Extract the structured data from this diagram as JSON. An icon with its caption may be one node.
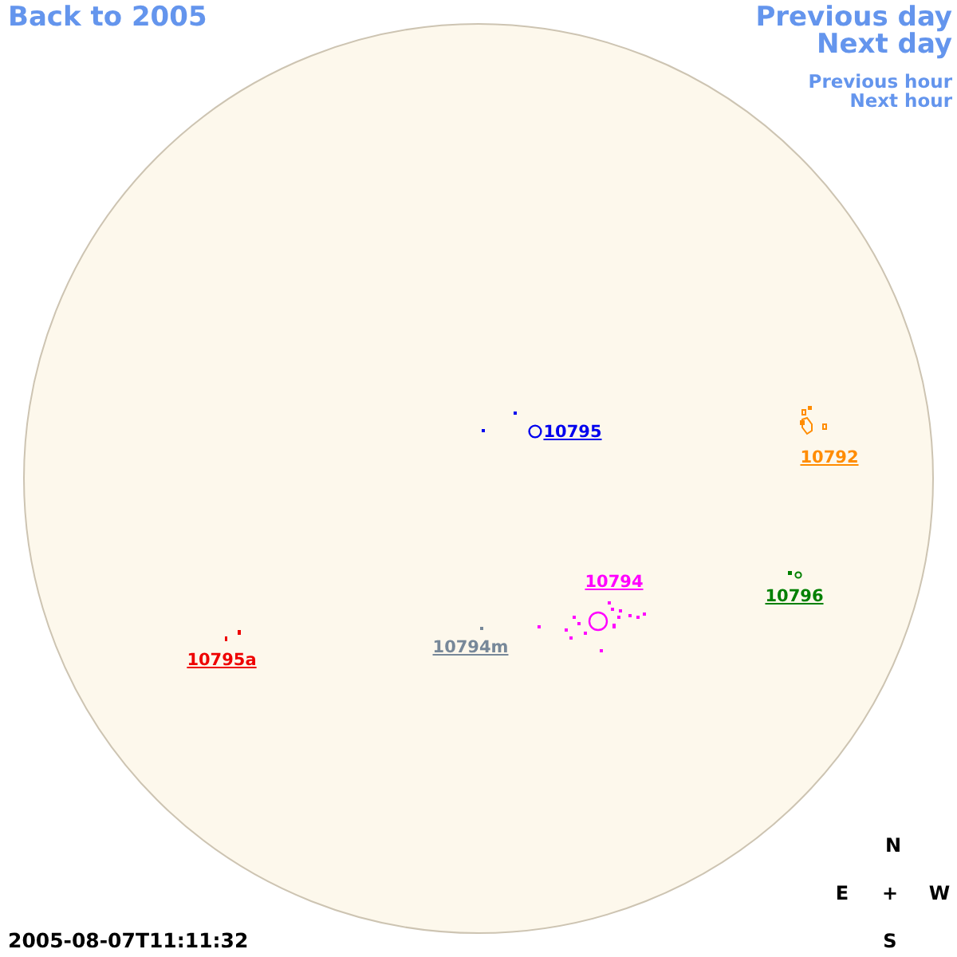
{
  "diagram": {
    "labels": [
      "Back to 2005",
      "Previous day",
      "Next day",
      "Previous hour",
      "Next hour",
      "10795",
      "10792",
      "10794",
      "10796",
      "10794m",
      "10795a",
      "N",
      "E",
      "+",
      "W",
      "2005-08-07T11:11:32",
      "S"
    ]
  }
}
